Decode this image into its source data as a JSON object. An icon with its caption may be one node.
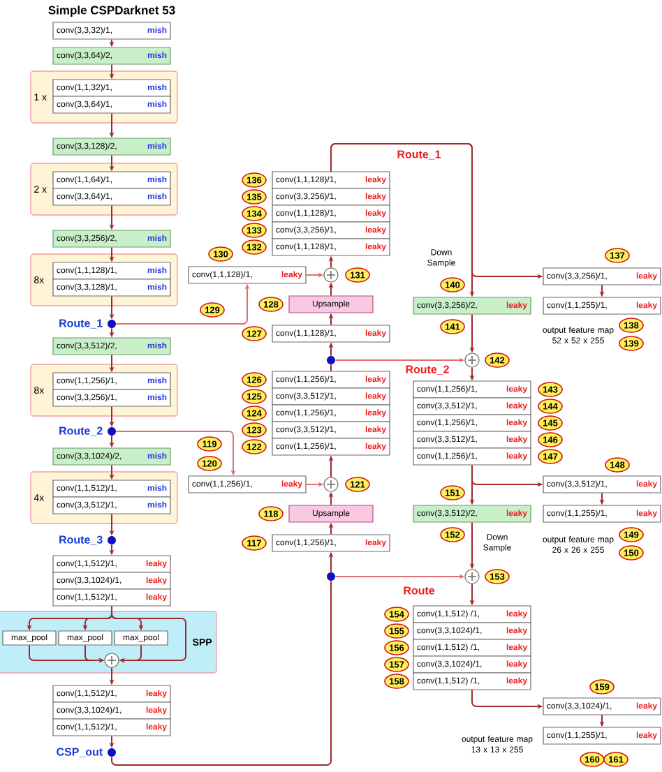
{
  "diagram": {
    "title": "Simple CSPDarknet 53",
    "nodes": [
      {
        "text": [
          "conv(3,3,32)/1,",
          "mish"
        ]
      },
      {
        "text": [
          "conv(3,3,64)/2,",
          "mish"
        ]
      },
      {
        "text": [
          "1 x"
        ]
      },
      {
        "text": [
          "conv(1,1,32)/1,",
          "mish"
        ],
        "in": 2
      },
      {
        "text": [
          "conv(3,3,64)/1,",
          "mish"
        ],
        "in": 2
      },
      {
        "text": [
          "conv(3,3,128)/2,",
          "mish"
        ]
      },
      {
        "text": [
          "2 x"
        ]
      },
      {
        "text": [
          "conv(1,1,64)/1,",
          "mish"
        ],
        "in": 6
      },
      {
        "text": [
          "conv(3,3,64)/1,",
          "mish"
        ],
        "in": 6
      },
      {
        "text": [
          "conv(3,3,256)/2,",
          "mish"
        ]
      },
      {
        "text": [
          "8x"
        ]
      },
      {
        "text": [
          "conv(1,1,128)/1,",
          "mish"
        ],
        "in": 10
      },
      {
        "text": [
          "conv(3,3,128)/1,",
          "mish"
        ],
        "in": 10
      },
      {
        "text": [
          "Route_1"
        ]
      },
      {
        "text": [
          "conv(3,3,512)/2,",
          "mish"
        ]
      },
      {
        "text": [
          "8x"
        ]
      },
      {
        "text": [
          "conv(1,1,256)/1,",
          "mish"
        ],
        "in": 15
      },
      {
        "text": [
          "conv(3,3,256)/1,",
          "mish"
        ],
        "in": 15
      },
      {
        "text": [
          "Route_2"
        ]
      },
      {
        "text": [
          "conv(3,3,1024)/2,",
          "mish"
        ]
      },
      {
        "text": [
          "4x"
        ]
      },
      {
        "text": [
          "conv(1,1,512)/1,",
          "mish"
        ],
        "in": 20
      },
      {
        "text": [
          "conv(3,3,512)/1,",
          "mish"
        ],
        "in": 20
      },
      {
        "text": [
          "Route_3"
        ]
      },
      {
        "text": [
          "conv(1,1,512)/1,",
          "leaky"
        ]
      },
      {
        "text": [
          "conv(3,3,1024)/1,",
          "leaky"
        ]
      },
      {
        "text": [
          "conv(1,1,512)/1,",
          "leaky"
        ]
      },
      {
        "text": [
          "SPP"
        ]
      },
      {
        "text": [
          "max_pool"
        ],
        "in": 27
      },
      {
        "text": [
          "max_pool"
        ],
        "in": 27
      },
      {
        "text": [
          "max_pool"
        ],
        "in": 27
      },
      {
        "text": [],
        "shape": "circle",
        "in": 27
      },
      {
        "text": [
          "conv(1,1,512)/1,",
          "leaky"
        ]
      },
      {
        "text": [
          "conv(3,3,1024)/1,",
          "leaky"
        ]
      },
      {
        "text": [
          "conv(1,1,512)/1,",
          "leaky"
        ]
      },
      {
        "text": [
          "CSP_out"
        ]
      },
      {
        "text": [
          "conv(1,1,128)/1,",
          "leaky"
        ],
        "beside": [
          "136"
        ]
      },
      {
        "text": [
          "conv(3,3,256)/1,",
          "leaky"
        ],
        "beside": [
          "135"
        ]
      },
      {
        "text": [
          "conv(1,1,128)/1,",
          "leaky"
        ],
        "beside": [
          "134"
        ]
      },
      {
        "text": [
          "conv(3,3,256)/1,",
          "leaky"
        ],
        "beside": [
          "133"
        ]
      },
      {
        "text": [
          "conv(1,1,128)/1,",
          "leaky"
        ],
        "beside": [
          "132"
        ]
      },
      {
        "text": [
          "conv(1,1,128)/1,",
          "leaky"
        ],
        "beside": [
          "130",
          "129"
        ]
      },
      {
        "text": [],
        "shape": "circle",
        "beside": [
          "131"
        ]
      },
      {
        "text": [
          "Upsample"
        ],
        "beside": [
          "128"
        ]
      },
      {
        "text": [
          "conv(1,1,128)/1,",
          "leaky"
        ],
        "beside": [
          "127"
        ]
      },
      {
        "text": [],
        "shape": "circle"
      },
      {
        "text": [
          "conv(1,1,256)/1,",
          "leaky"
        ],
        "beside": [
          "126"
        ]
      },
      {
        "text": [
          "conv(3,3,512)/1,",
          "leaky"
        ],
        "beside": [
          "125"
        ]
      },
      {
        "text": [
          "conv(1,1,256)/1,",
          "leaky"
        ],
        "beside": [
          "124"
        ]
      },
      {
        "text": [
          "conv(3,3,512)/1,",
          "leaky"
        ],
        "beside": [
          "123"
        ]
      },
      {
        "text": [
          "conv(1,1,256)/1,",
          "leaky"
        ],
        "beside": [
          "122"
        ]
      },
      {
        "text": [
          "conv(1,1,256)/1,",
          "leaky"
        ],
        "beside": [
          "119",
          "120"
        ]
      },
      {
        "text": [],
        "shape": "circle",
        "beside": [
          "121"
        ]
      },
      {
        "text": [
          "Upsample"
        ],
        "beside": [
          "118"
        ]
      },
      {
        "text": [
          "conv(1,1,256)/1,",
          "leaky"
        ],
        "beside": [
          "117"
        ]
      },
      {
        "text": [],
        "shape": "circle"
      },
      {
        "text": [
          "conv(3,3,256)/2,",
          "leaky"
        ],
        "beside": [
          "Down Sample",
          "140",
          "141"
        ]
      },
      {
        "text": [],
        "shape": "circle",
        "beside": [
          "142"
        ]
      },
      {
        "text": [
          "conv(1,1,256)/1,",
          "leaky"
        ],
        "beside": [
          "143"
        ]
      },
      {
        "text": [
          "conv(3,3,512)/1,",
          "leaky"
        ],
        "beside": [
          "144"
        ]
      },
      {
        "text": [
          "conv(1,1,256)/1,",
          "leaky"
        ],
        "beside": [
          "145"
        ]
      },
      {
        "text": [
          "conv(3,3,512)/1,",
          "leaky"
        ],
        "beside": [
          "146"
        ]
      },
      {
        "text": [
          "conv(1,1,256)/1,",
          "leaky"
        ],
        "beside": [
          "147"
        ]
      },
      {
        "text": [
          "conv(3,3,512)/2,",
          "leaky"
        ],
        "beside": [
          "151",
          "152",
          "Down Sample"
        ]
      },
      {
        "text": [],
        "shape": "circle",
        "beside": [
          "153"
        ]
      },
      {
        "text": [
          "conv(1,1,512) /1,",
          "leaky"
        ],
        "beside": [
          "154"
        ]
      },
      {
        "text": [
          "conv(3,3,1024)/1,",
          "leaky"
        ],
        "beside": [
          "155"
        ]
      },
      {
        "text": [
          "conv(1,1,512) /1,",
          "leaky"
        ],
        "beside": [
          "156"
        ]
      },
      {
        "text": [
          "conv(3,3,1024)/1,",
          "leaky"
        ],
        "beside": [
          "157"
        ]
      },
      {
        "text": [
          "conv(1,1,512) /1,",
          "leaky"
        ],
        "beside": [
          "158"
        ]
      },
      {
        "text": [
          "conv(3,3,256)/1,",
          "leaky"
        ],
        "beside": [
          "137"
        ]
      },
      {
        "text": [
          "conv(1,1,255)/1,",
          "leaky"
        ],
        "beside": [
          "output feature map 52 x 52 x 255",
          "138",
          "139"
        ]
      },
      {
        "text": [
          "conv(3,3,512)/1,",
          "leaky"
        ],
        "beside": [
          "148"
        ]
      },
      {
        "text": [
          "conv(1,1,255)/1,",
          "leaky"
        ],
        "beside": [
          "output feature map 26 x 26 x 255",
          "149",
          "150"
        ]
      },
      {
        "text": [
          "conv(3,3,1024)/1,",
          "leaky"
        ],
        "beside": [
          "159"
        ]
      },
      {
        "text": [
          "conv(1,1,255)/1,",
          "leaky"
        ],
        "beside": [
          "output feature map 13 x 13 x 255",
          "160",
          "161"
        ]
      }
    ],
    "edges": [
      {
        "from": 0,
        "to": 1,
        "arrow": "to"
      },
      {
        "from": 1,
        "to": 3,
        "arrow": "to"
      },
      {
        "from": 4,
        "to": 5,
        "arrow": "to"
      },
      {
        "from": 5,
        "to": 7,
        "arrow": "to"
      },
      {
        "from": 8,
        "to": 9,
        "arrow": "to"
      },
      {
        "from": 9,
        "to": 11,
        "arrow": "to"
      },
      {
        "from": 12,
        "to": 13,
        "arrow": "to"
      },
      {
        "from": 13,
        "to": 14,
        "arrow": "to"
      },
      {
        "from": 14,
        "to": 16,
        "arrow": "to"
      },
      {
        "from": 17,
        "to": 18,
        "arrow": "to"
      },
      {
        "from": 18,
        "to": 19,
        "arrow": "to"
      },
      {
        "from": 19,
        "to": 21,
        "arrow": "to"
      },
      {
        "from": 22,
        "to": 23,
        "arrow": "to"
      },
      {
        "from": 23,
        "to": 24,
        "arrow": "to"
      },
      {
        "from": 26,
        "to": 28,
        "arrow": "to"
      },
      {
        "from": 26,
        "to": 29,
        "arrow": "to"
      },
      {
        "from": 26,
        "to": 30,
        "arrow": "to"
      },
      {
        "from": 26,
        "to": 31,
        "arrow": "to"
      },
      {
        "from": 28,
        "to": 31,
        "arrow": "to"
      },
      {
        "from": 29,
        "to": 31,
        "arrow": "to"
      },
      {
        "from": 30,
        "to": 31,
        "arrow": "to"
      },
      {
        "from": 31,
        "to": 32,
        "arrow": "to"
      },
      {
        "from": 34,
        "to": 35,
        "arrow": "to"
      },
      {
        "from": 35,
        "to": 55,
        "arrow": "none"
      },
      {
        "from": 55,
        "to": 54,
        "arrow": "to"
      },
      {
        "from": 55,
        "to": 64,
        "arrow": "to",
        "label": "Route",
        "color": "#e07070"
      },
      {
        "from": 54,
        "to": 53,
        "arrow": "to"
      },
      {
        "from": 53,
        "to": 52,
        "arrow": "to"
      },
      {
        "from": 52,
        "to": 50,
        "arrow": "to"
      },
      {
        "from": 51,
        "to": 52,
        "arrow": "to",
        "color": "#e07070"
      },
      {
        "from": 18,
        "to": 51,
        "arrow": "to",
        "color": "#e07070"
      },
      {
        "from": 46,
        "to": 45,
        "arrow": "none"
      },
      {
        "from": 45,
        "to": 44,
        "arrow": "to"
      },
      {
        "from": 45,
        "to": 57,
        "arrow": "to",
        "label": "Route_2",
        "color": "#e07070"
      },
      {
        "from": 44,
        "to": 43,
        "arrow": "to"
      },
      {
        "from": 43,
        "to": 42,
        "arrow": "to"
      },
      {
        "from": 42,
        "to": 40,
        "arrow": "to"
      },
      {
        "from": 41,
        "to": 42,
        "arrow": "to",
        "color": "#e07070"
      },
      {
        "from": 13,
        "to": 41,
        "arrow": "to",
        "color": "#e07070"
      },
      {
        "from": 36,
        "to": 56,
        "arrow": "to",
        "label": "Route_1"
      },
      {
        "from": 36,
        "to": 70,
        "arrow": "to"
      },
      {
        "from": 70,
        "to": 71,
        "arrow": "to"
      },
      {
        "from": 56,
        "to": 57,
        "arrow": "to"
      },
      {
        "from": 57,
        "to": 58,
        "arrow": "to"
      },
      {
        "from": 62,
        "to": 63,
        "arrow": "to"
      },
      {
        "from": 62,
        "to": 72,
        "arrow": "to"
      },
      {
        "from": 72,
        "to": 73,
        "arrow": "to"
      },
      {
        "from": 63,
        "to": 64,
        "arrow": "to"
      },
      {
        "from": 64,
        "to": 65,
        "arrow": "to"
      },
      {
        "from": 69,
        "to": 74,
        "arrow": "to"
      },
      {
        "from": 74,
        "to": 75,
        "arrow": "to"
      }
    ]
  }
}
